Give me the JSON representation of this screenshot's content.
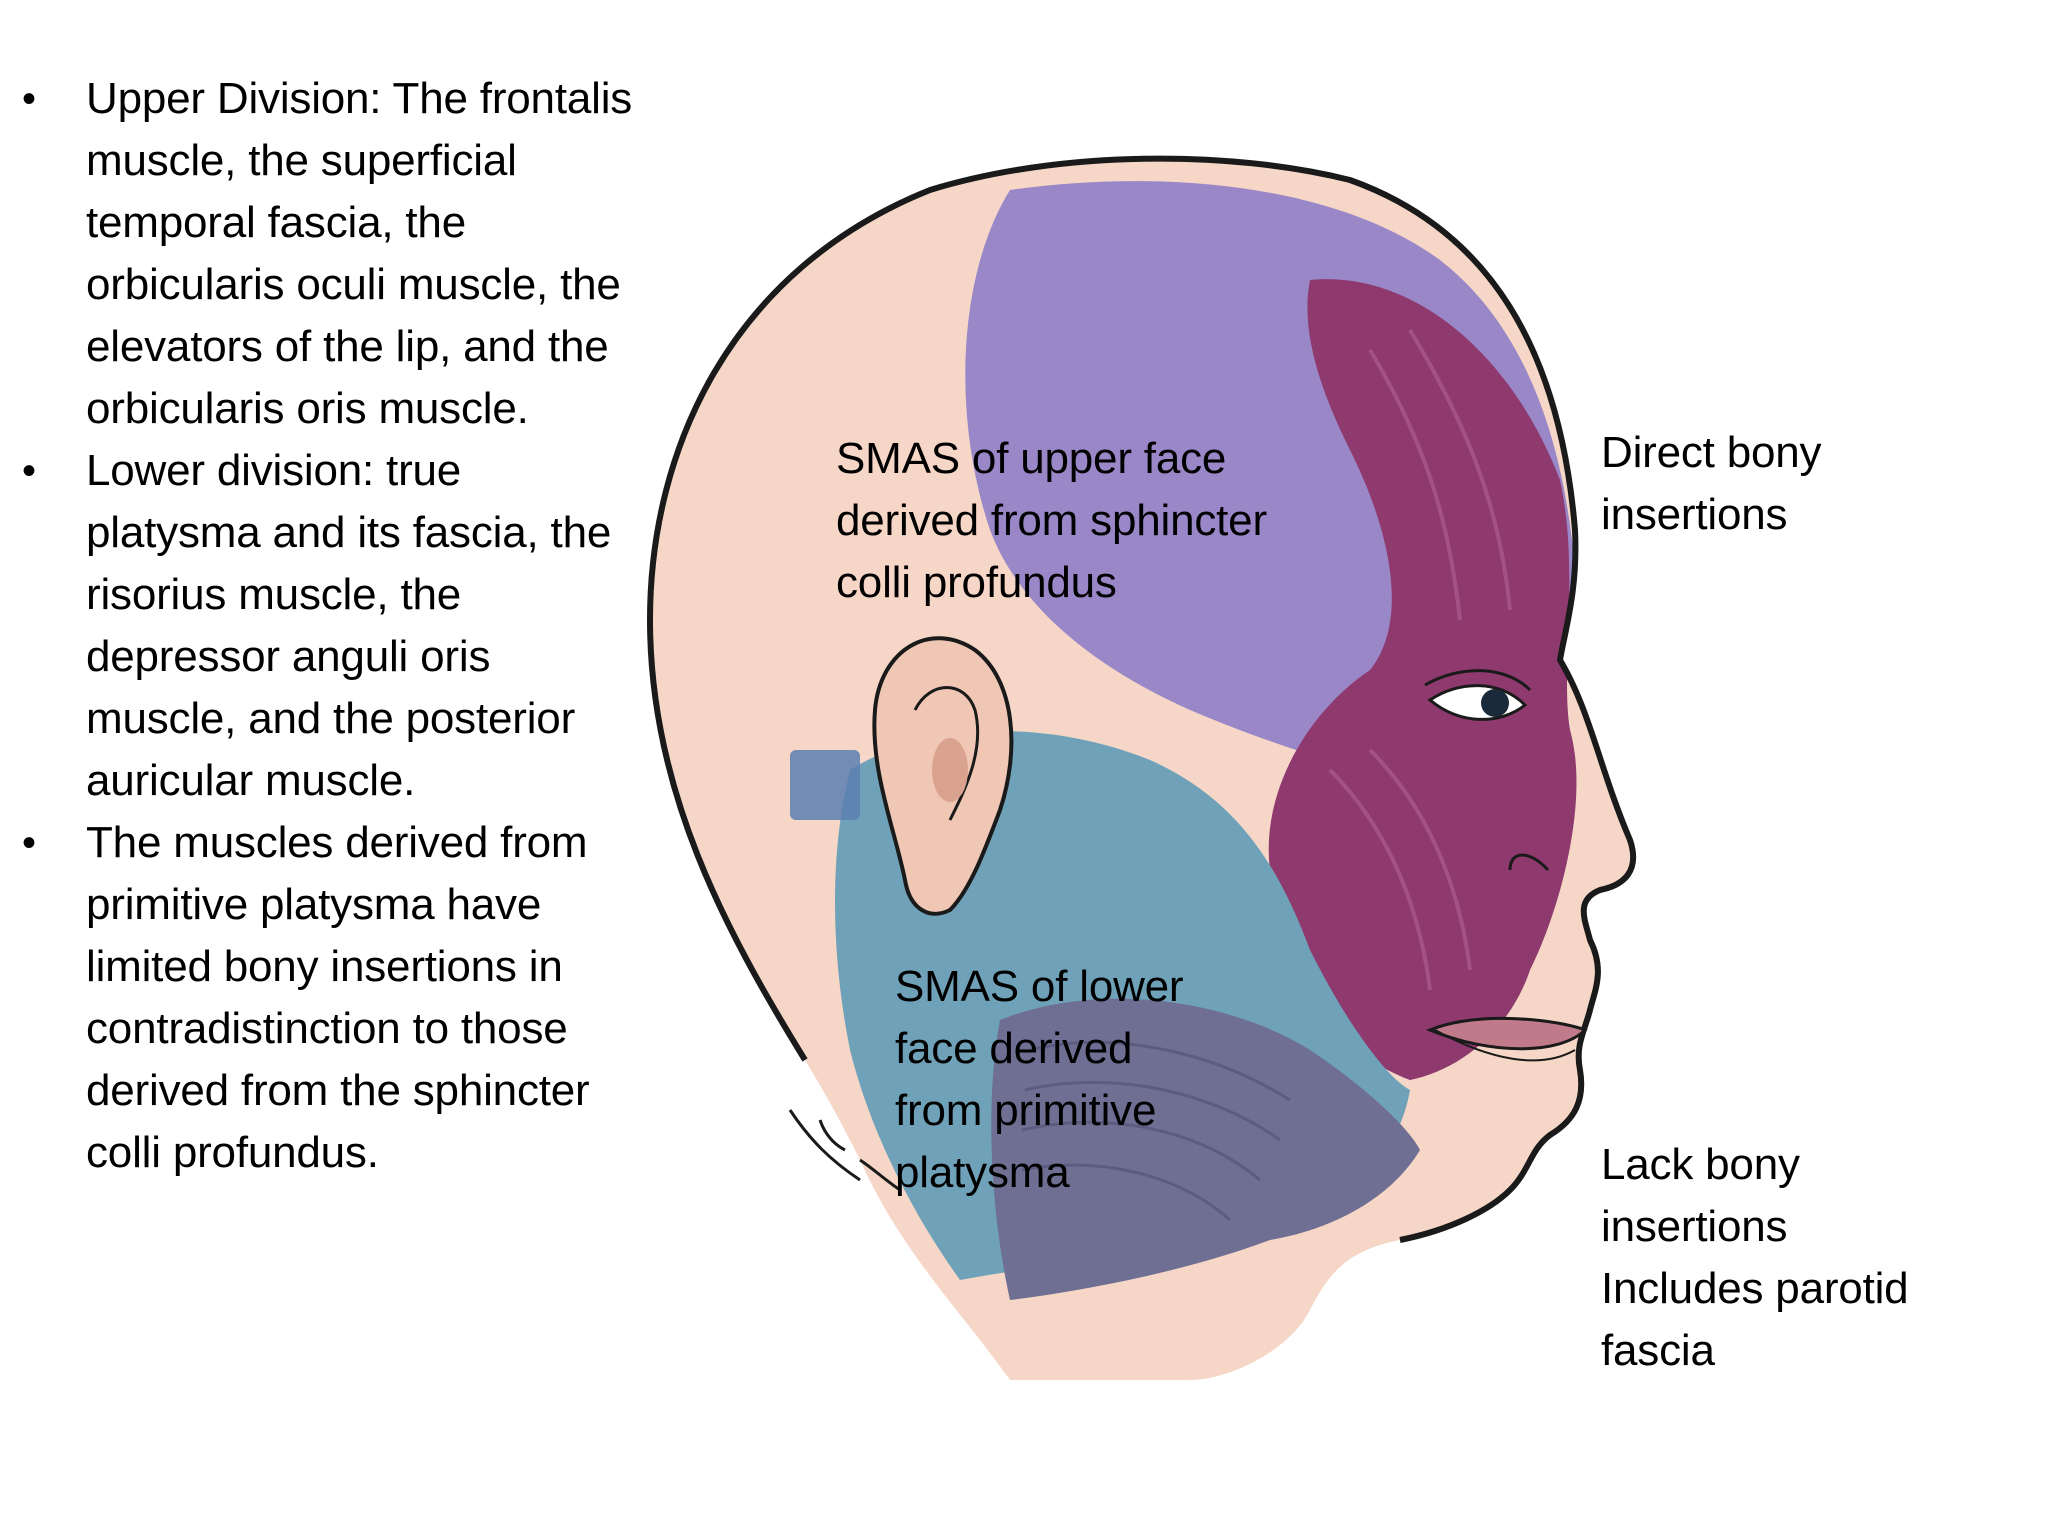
{
  "bullets": [
    "Upper Division: The frontalis muscle, the superficial temporal fascia, the orbicularis oculi muscle, the elevators of the lip, and the orbicularis oris muscle.",
    "Lower division: true platysma and its fascia, the risorius muscle, the depressor anguli oris muscle, and the posterior auricular muscle.",
    "The muscles derived from primitive platysma have limited bony insertions in contradistinction to those derived from the sphincter colli profundus."
  ],
  "bullet_symbol": "•",
  "labels": {
    "smas_upper": "SMAS of upper face\nderived from sphincter\ncolli profundus",
    "smas_lower": "SMAS of lower\nface derived\nfrom primitive\nplatysma",
    "direct_bony": "Direct bony\ninsertions",
    "lack_bony": "Lack bony\ninsertions\nIncludes parotid\nfascia"
  },
  "colors": {
    "skin": "#f6d7c7",
    "upper_smas_purple": "#9a87c8",
    "muscle_magenta": "#8e3a6e",
    "lower_smas_blue": "#6fa2b8",
    "platysma_slate": "#6e6f92",
    "outline": "#1a1a1a"
  }
}
